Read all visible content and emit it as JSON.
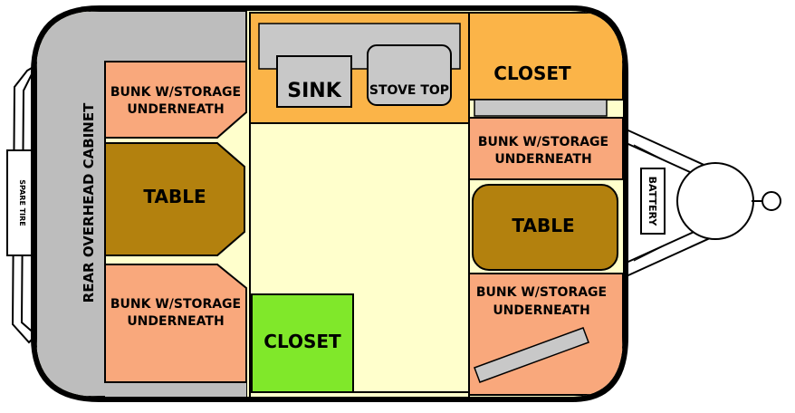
{
  "labels": {
    "rear_cabinet": "REAR OVERHEAD CABINET",
    "spare_tire": "SPARE TIRE",
    "battery": "BATTERY",
    "sink": "SINK",
    "stove_top": "STOVE TOP",
    "closet_front": "CLOSET",
    "closet_rear": "CLOSET",
    "bunk_rear_top_line1": "BUNK W/STORAGE",
    "bunk_rear_top_line2": "UNDERNEATH",
    "bunk_rear_bottom_line1": "BUNK W/STORAGE",
    "bunk_rear_bottom_line2": "UNDERNEATH",
    "bunk_front_top_line1": "BUNK W/STORAGE",
    "bunk_front_top_line2": "UNDERNEATH",
    "bunk_front_bottom_line1": "BUNK W/STORAGE",
    "bunk_front_bottom_line2": "UNDERNEATH",
    "table_rear": "TABLE",
    "table_front": "TABLE"
  },
  "colors": {
    "cabinet_gray": "#bdbdbd",
    "floor_cream": "#ffffcc",
    "kitchen_orange": "#fbb448",
    "bunk_salmon": "#f9a87c",
    "table_brown": "#b3810e",
    "closet_green": "#80e82a",
    "fixture_gray": "#c8c8c8",
    "outline": "#000000"
  }
}
